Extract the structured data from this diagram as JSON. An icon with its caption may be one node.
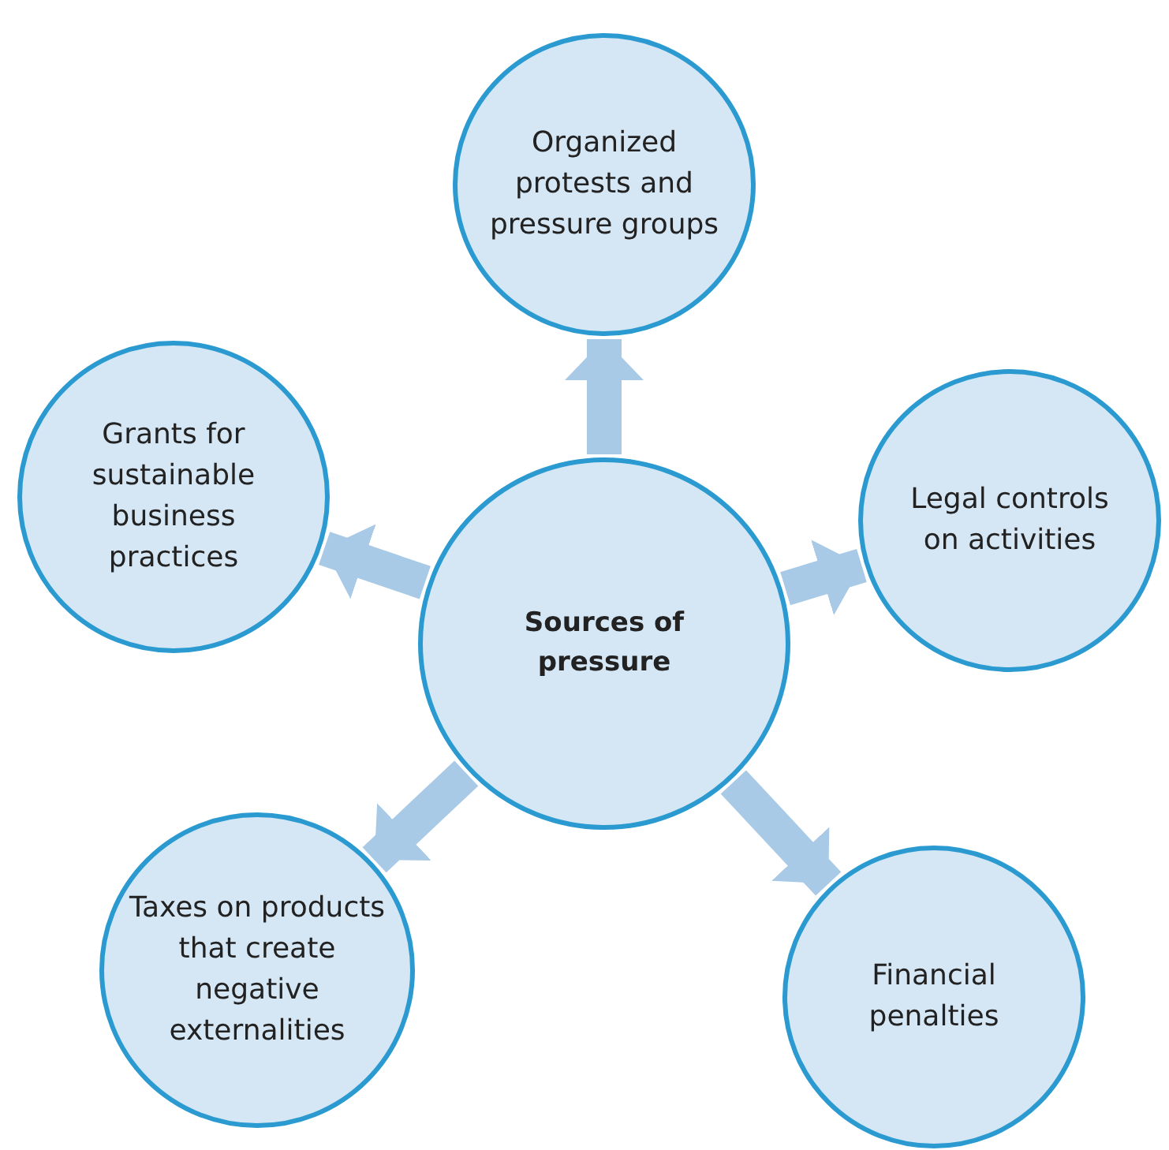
{
  "diagram": {
    "nodes": [
      {
        "text": [
          "Sources of pressure"
        ]
      },
      {
        "text": [
          "Organized protests and pressure groups"
        ]
      },
      {
        "text": [
          "Legal controls on activities"
        ]
      },
      {
        "text": [
          "Financial penalties"
        ]
      },
      {
        "text": [
          "Taxes on products that create negative externalities"
        ]
      },
      {
        "text": [
          "Grants for sustainable business practices"
        ]
      }
    ],
    "edges": [
      {
        "from": 0,
        "to": 1,
        "arrow": "to"
      },
      {
        "from": 0,
        "to": 2,
        "arrow": "to"
      },
      {
        "from": 0,
        "to": 3,
        "arrow": "to"
      },
      {
        "from": 0,
        "to": 4,
        "arrow": "to"
      },
      {
        "from": 0,
        "to": 5,
        "arrow": "to"
      }
    ]
  }
}
